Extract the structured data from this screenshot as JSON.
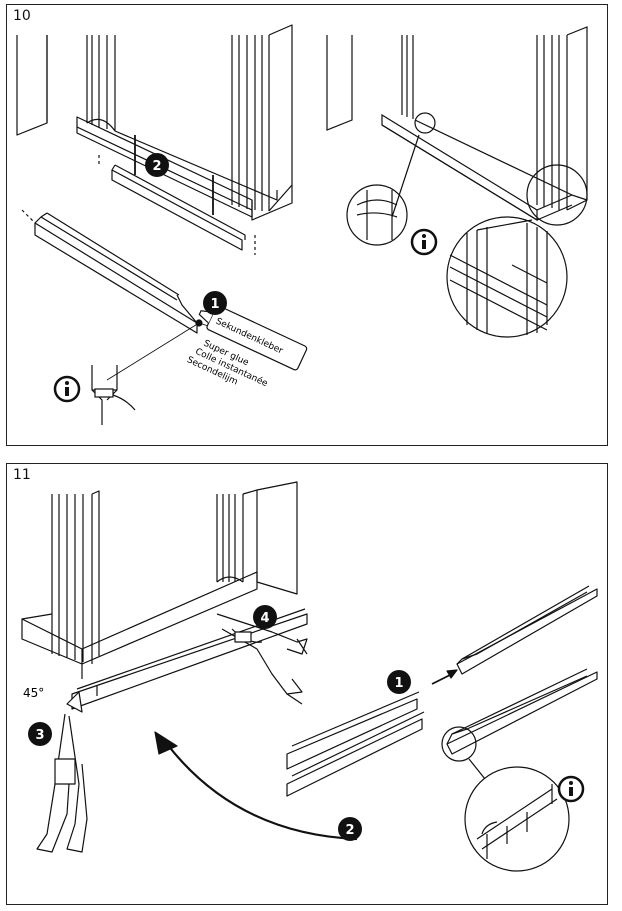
{
  "panels": [
    {
      "step": "10",
      "callouts": [
        "1",
        "2"
      ],
      "info_icon": "info-icon",
      "glue_tube": {
        "labels": [
          "Sekundenkleber",
          "Super glue",
          "Colle instantanée",
          "Secondelijm"
        ]
      }
    },
    {
      "step": "11",
      "callouts": [
        "1",
        "2",
        "3",
        "4"
      ],
      "angle_label": "45°",
      "info_icon": "info-icon"
    }
  ],
  "colors": {
    "line": "#111111",
    "badge_fill": "#111111",
    "badge_text": "#ffffff"
  }
}
